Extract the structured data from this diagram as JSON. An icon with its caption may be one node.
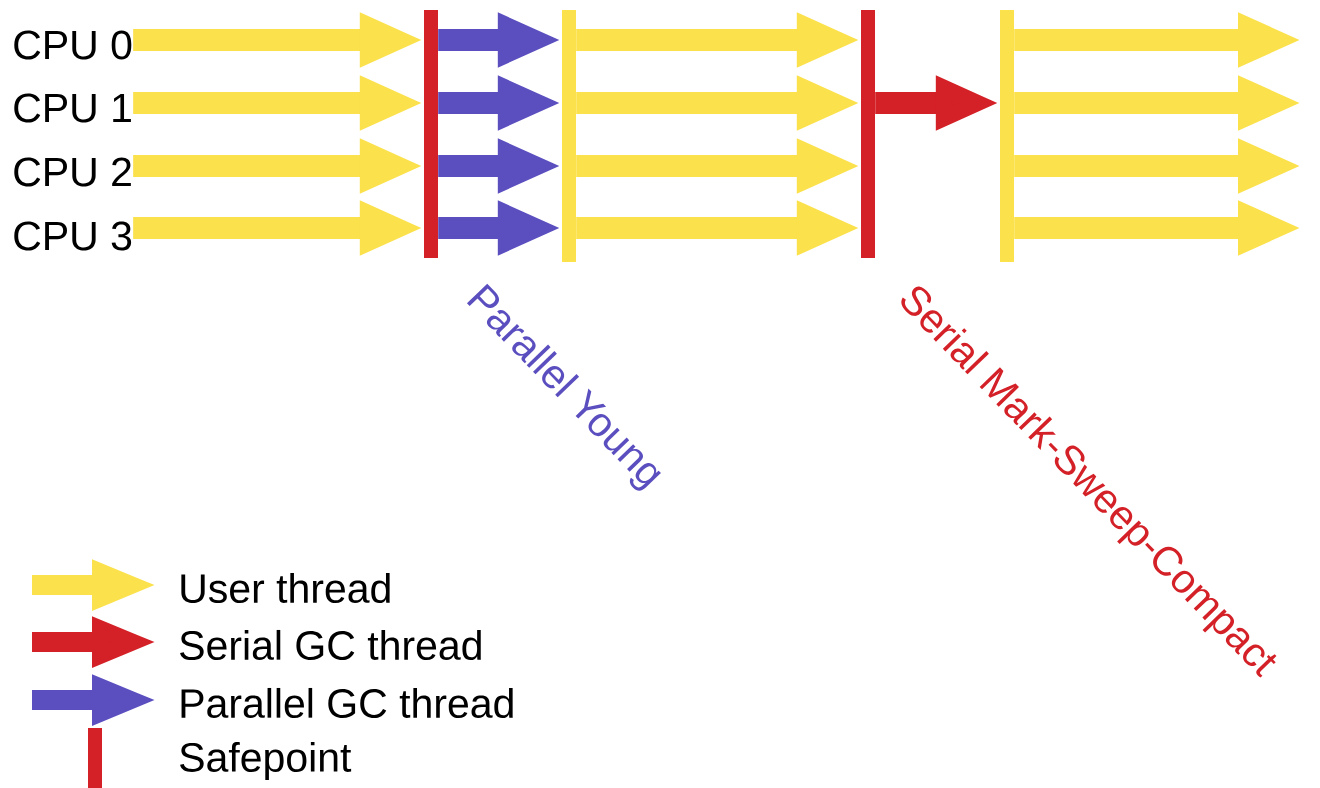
{
  "diagram": {
    "nodes": [
      {
        "text": [
          "CPU 0"
        ]
      },
      {
        "text": [
          "CPU 1"
        ]
      },
      {
        "text": [
          "CPU 2"
        ]
      },
      {
        "text": [
          "CPU 3"
        ]
      },
      {
        "text": [],
        "shape": "bar"
      },
      {
        "text": [],
        "shape": "bar"
      },
      {
        "text": [],
        "shape": "bar"
      },
      {
        "text": [],
        "shape": "bar"
      }
    ],
    "edges": [
      {
        "from": 0,
        "to": 4,
        "arrow": "to"
      },
      {
        "from": 1,
        "to": 4,
        "arrow": "to"
      },
      {
        "from": 2,
        "to": 4,
        "arrow": "to"
      },
      {
        "from": 3,
        "to": 4,
        "arrow": "to"
      },
      {
        "from": 4,
        "to": 5,
        "arrow": "to",
        "color": "#5b4fc0"
      },
      {
        "from": 4,
        "to": 5,
        "arrow": "to",
        "color": "#5b4fc0"
      },
      {
        "from": 4,
        "to": 5,
        "arrow": "to",
        "color": "#5b4fc0"
      },
      {
        "from": 4,
        "to": 5,
        "arrow": "to",
        "color": "#5b4fc0"
      },
      {
        "from": 5,
        "to": 6,
        "arrow": "to"
      },
      {
        "from": 5,
        "to": 6,
        "arrow": "to"
      },
      {
        "from": 5,
        "to": 6,
        "arrow": "to"
      },
      {
        "from": 5,
        "to": 6,
        "arrow": "to"
      },
      {
        "from": 6,
        "to": 7,
        "arrow": "to",
        "color": "#d42027"
      },
      {
        "from": 7,
        "to": null,
        "arrow": "to"
      },
      {
        "from": 7,
        "to": null,
        "arrow": "to"
      },
      {
        "from": 7,
        "to": null,
        "arrow": "to"
      },
      {
        "from": 7,
        "to": null,
        "arrow": "to"
      }
    ],
    "labels": [
      "Parallel Young",
      "Serial Mark-Sweep-Compact"
    ],
    "legend": [
      {
        "text": "User thread",
        "color": "#fbe14b"
      },
      {
        "text": "Serial GC thread",
        "color": "#d42027"
      },
      {
        "text": "Parallel GC thread",
        "color": "#5b4fc0"
      },
      {
        "text": "Safepoint",
        "color": "#d42027"
      }
    ]
  }
}
